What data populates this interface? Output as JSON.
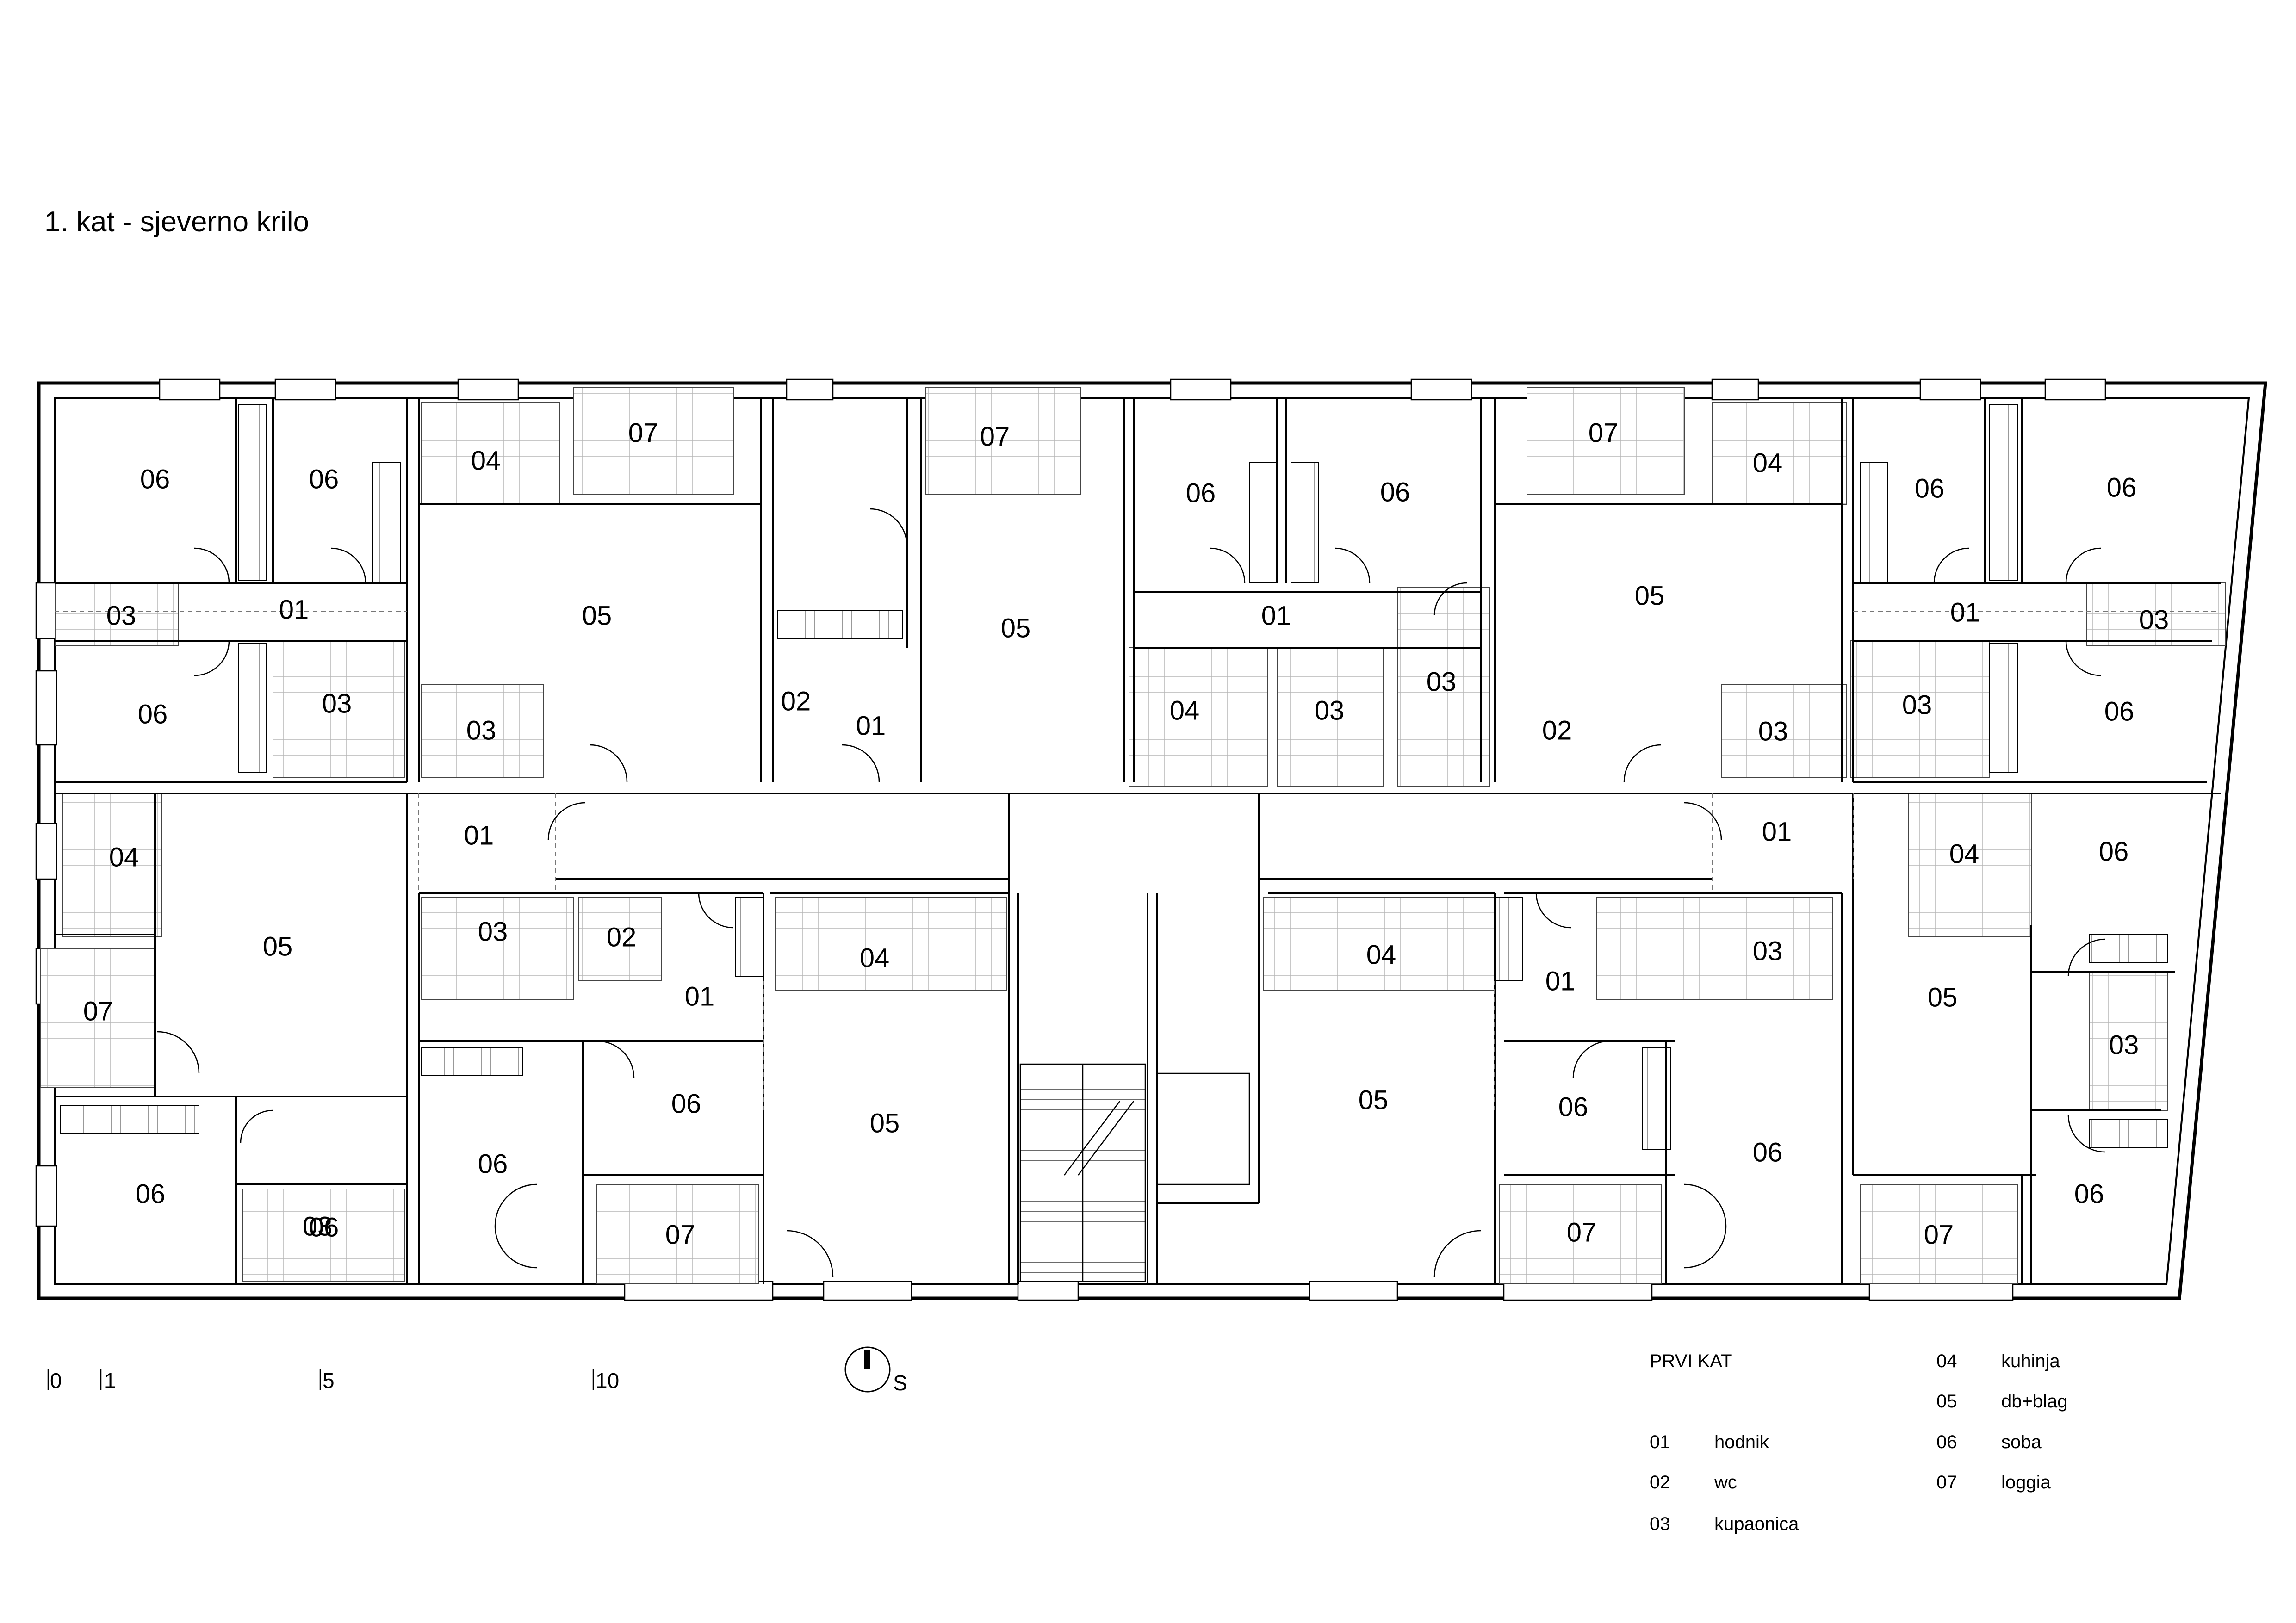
{
  "title": "1. kat - sjeverno krilo",
  "rooms": [
    {
      "code": "06"
    },
    {
      "code": "06"
    },
    {
      "code": "04"
    },
    {
      "code": "07"
    },
    {
      "code": "07"
    },
    {
      "code": "06"
    },
    {
      "code": "06"
    },
    {
      "code": "07"
    },
    {
      "code": "04"
    },
    {
      "code": "06"
    },
    {
      "code": "06"
    },
    {
      "code": "03"
    },
    {
      "code": "01"
    },
    {
      "code": "05"
    },
    {
      "code": "05"
    },
    {
      "code": "01"
    },
    {
      "code": "05"
    },
    {
      "code": "01"
    },
    {
      "code": "03"
    },
    {
      "code": "06"
    },
    {
      "code": "03"
    },
    {
      "code": "03"
    },
    {
      "code": "02"
    },
    {
      "code": "01"
    },
    {
      "code": "04"
    },
    {
      "code": "03"
    },
    {
      "code": "03"
    },
    {
      "code": "02"
    },
    {
      "code": "03"
    },
    {
      "code": "03"
    },
    {
      "code": "06"
    },
    {
      "code": "01"
    },
    {
      "code": "01"
    },
    {
      "code": "04"
    },
    {
      "code": "06"
    },
    {
      "code": "04"
    },
    {
      "code": "05"
    },
    {
      "code": "03"
    },
    {
      "code": "02"
    },
    {
      "code": "04"
    },
    {
      "code": "04"
    },
    {
      "code": "03"
    },
    {
      "code": "07"
    },
    {
      "code": "01"
    },
    {
      "code": "01"
    },
    {
      "code": "05"
    },
    {
      "code": "03"
    },
    {
      "code": "06"
    },
    {
      "code": "06"
    },
    {
      "code": "05"
    },
    {
      "code": "05"
    },
    {
      "code": "06"
    },
    {
      "code": "06"
    },
    {
      "code": "06"
    },
    {
      "code": "03"
    },
    {
      "code": "06"
    },
    {
      "code": "07"
    },
    {
      "code": "07"
    },
    {
      "code": "07"
    },
    {
      "code": "06"
    }
  ],
  "scale_bar": {
    "ticks": [
      "0",
      "1",
      "5",
      "10"
    ]
  },
  "north_arrow": {
    "label": "S"
  },
  "legend": {
    "heading": "PRVI KAT",
    "items": [
      {
        "code": "01",
        "name": "hodnik"
      },
      {
        "code": "02",
        "name": "wc"
      },
      {
        "code": "03",
        "name": "kupaonica"
      },
      {
        "code": "04",
        "name": "kuhinja"
      },
      {
        "code": "05",
        "name": "db+blag"
      },
      {
        "code": "06",
        "name": "soba"
      },
      {
        "code": "07",
        "name": "loggia"
      }
    ]
  }
}
